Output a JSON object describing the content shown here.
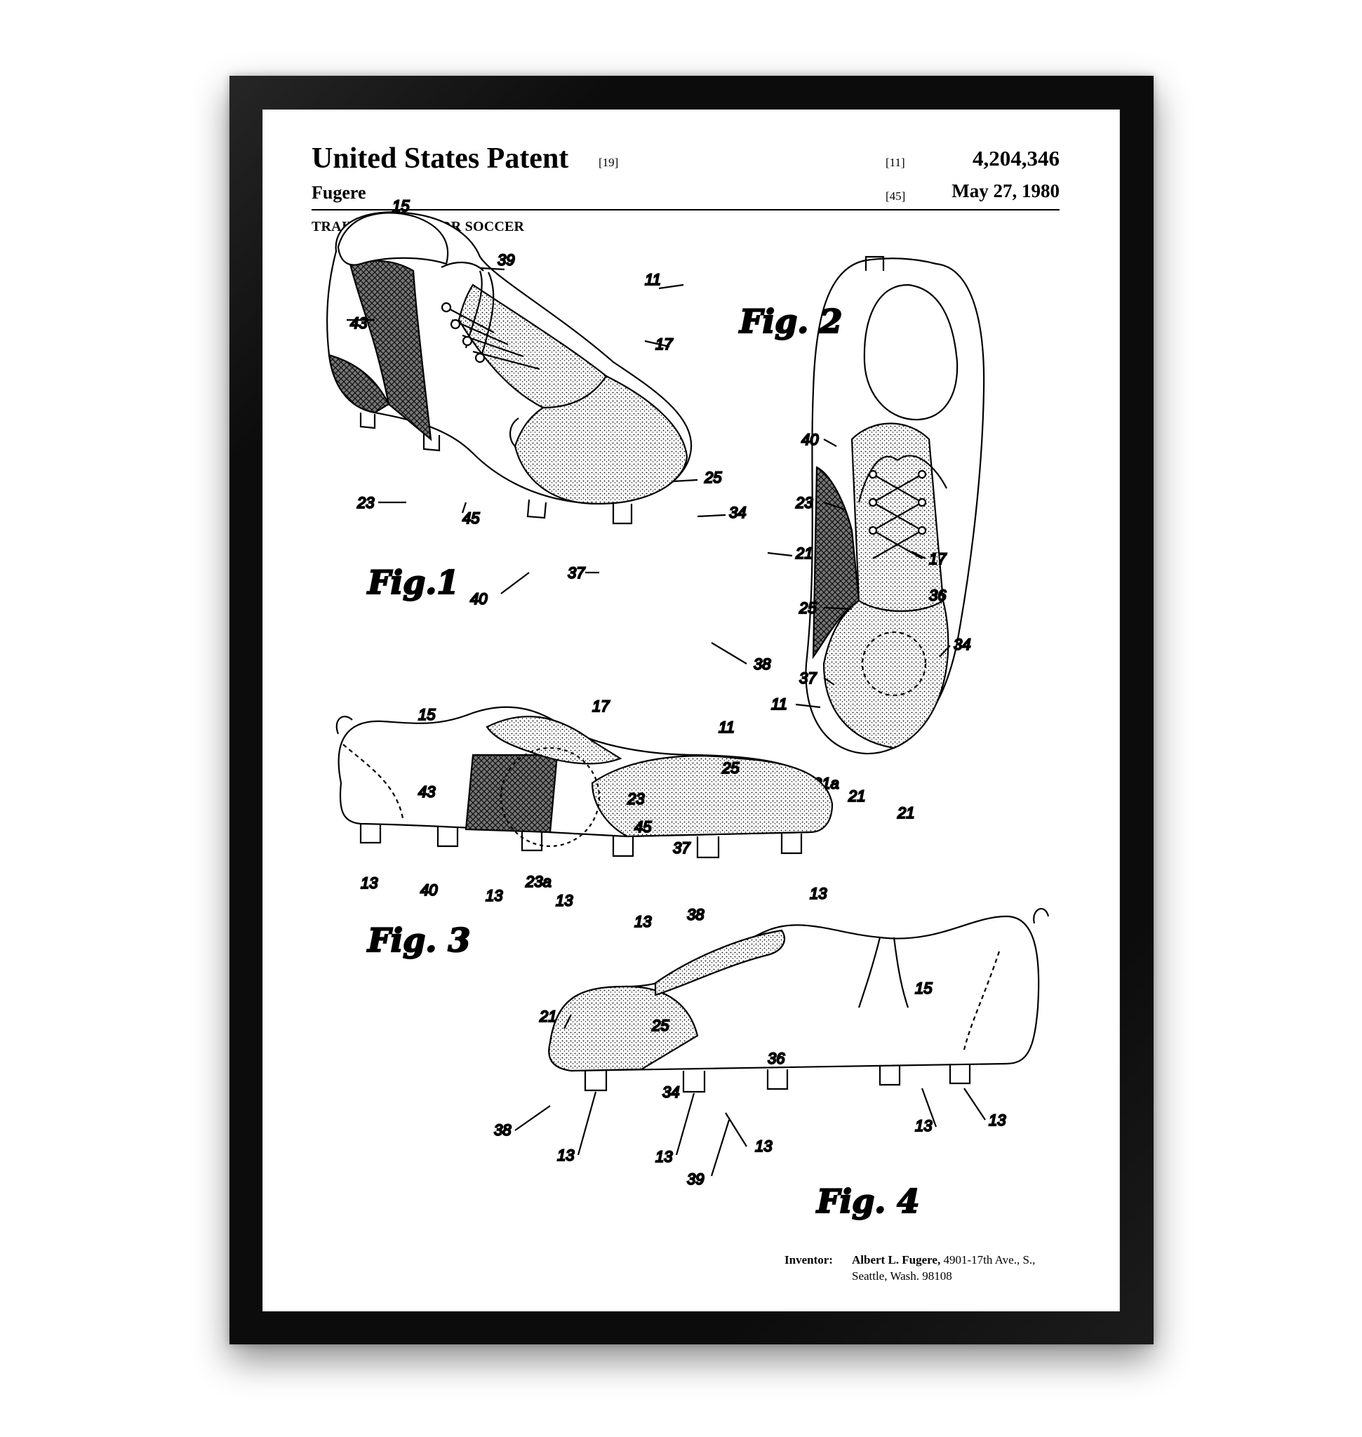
{
  "header": {
    "title": "United States Patent",
    "title_code": "[19]",
    "number_code": "[11]",
    "patent_number": "4,204,346",
    "inventor_surname": "Fugere",
    "date_code": "[45]",
    "date": "May 27, 1980",
    "subject": "TRAINING SHOE FOR SOCCER"
  },
  "figures": {
    "fig1": {
      "label": "Fig.1",
      "callouts": [
        "15",
        "39",
        "11",
        "43",
        "17",
        "25",
        "34",
        "23",
        "45",
        "21",
        "37",
        "40",
        "38"
      ]
    },
    "fig2": {
      "label": "Fig. 2",
      "callouts": [
        "40",
        "23",
        "17",
        "36",
        "25",
        "34",
        "37",
        "11",
        "21a",
        "21"
      ]
    },
    "fig3": {
      "label": "Fig. 3",
      "callouts": [
        "15",
        "17",
        "11",
        "25",
        "21",
        "43",
        "23",
        "45",
        "37",
        "13",
        "40",
        "13",
        "23a",
        "13",
        "13",
        "38",
        "13"
      ]
    },
    "fig4": {
      "label": "Fig. 4",
      "callouts": [
        "15",
        "25",
        "36",
        "21",
        "34",
        "38",
        "13",
        "13",
        "13",
        "39",
        "13",
        "13"
      ]
    }
  },
  "inventor": {
    "label": "Inventor:",
    "name": "Albert L. Fugere,",
    "address_line1": "4901-17th Ave., S.,",
    "address_line2": "Seattle, Wash. 98108"
  },
  "colors": {
    "frame": "#0c0c0c",
    "paper": "#ffffff",
    "ink": "#000000"
  }
}
